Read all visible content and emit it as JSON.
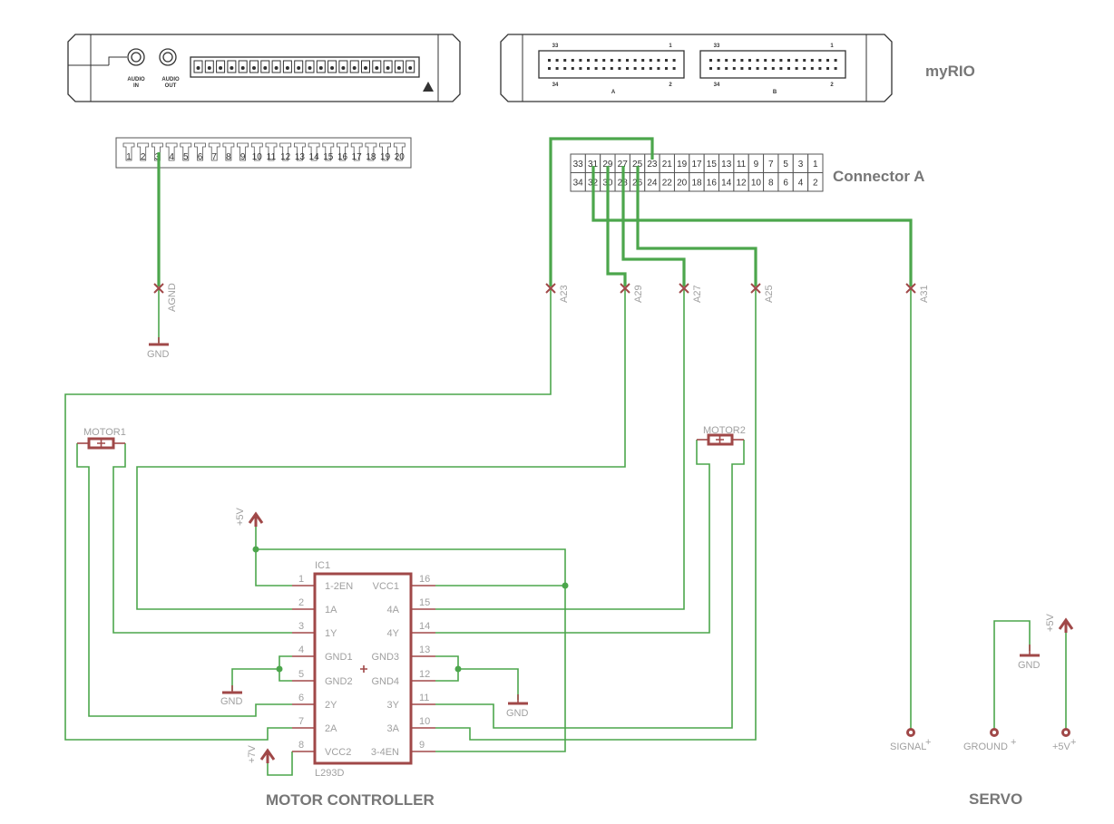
{
  "titles": {
    "myrio": "myRIO",
    "connector": "Connector A",
    "motor_controller": "MOTOR CONTROLLER",
    "servo": "SERVO"
  },
  "myrio_left": {
    "audio_in_1": "AUDIO",
    "audio_in_2": "IN",
    "audio_out_1": "AUDIO",
    "audio_out_2": "OUT"
  },
  "myrio_right": {
    "pin_33": "33",
    "pin_1": "1",
    "pin_34": "34",
    "pin_2": "2",
    "port_a": "A",
    "port_b": "B"
  },
  "terminal_strip": [
    "1",
    "2",
    "3",
    "4",
    "5",
    "6",
    "7",
    "8",
    "9",
    "10",
    "11",
    "12",
    "13",
    "14",
    "15",
    "16",
    "17",
    "18",
    "19",
    "20"
  ],
  "connector_a": {
    "top_row": [
      "33",
      "31",
      "29",
      "27",
      "25",
      "23",
      "21",
      "19",
      "17",
      "15",
      "13",
      "11",
      "9",
      "7",
      "5",
      "3",
      "1"
    ],
    "bottom_row": [
      "34",
      "32",
      "30",
      "28",
      "26",
      "24",
      "22",
      "20",
      "18",
      "16",
      "14",
      "12",
      "10",
      "8",
      "6",
      "4",
      "2"
    ]
  },
  "nets": {
    "agnd": "AGND",
    "a23": "A23",
    "a29": "A29",
    "a27": "A27",
    "a25": "A25",
    "a31": "A31"
  },
  "power": {
    "gnd": "GND",
    "plus5v": "+5V",
    "plus7v": "+7V"
  },
  "motors": {
    "motor1": "MOTOR1",
    "motor2": "MOTOR2"
  },
  "ic": {
    "name": "IC1",
    "part": "L293D",
    "left_pins": [
      [
        "1",
        "1-2EN"
      ],
      [
        "2",
        "1A"
      ],
      [
        "3",
        "1Y"
      ],
      [
        "4",
        "GND1"
      ],
      [
        "5",
        "GND2"
      ],
      [
        "6",
        "2Y"
      ],
      [
        "7",
        "2A"
      ],
      [
        "8",
        "VCC2"
      ]
    ],
    "right_pins": [
      [
        "16",
        "VCC1"
      ],
      [
        "15",
        "4A"
      ],
      [
        "14",
        "4Y"
      ],
      [
        "13",
        "GND3"
      ],
      [
        "12",
        "GND4"
      ],
      [
        "11",
        "3Y"
      ],
      [
        "10",
        "3A"
      ],
      [
        "9",
        "3-4EN"
      ]
    ]
  },
  "servo_pins": {
    "signal": "SIGNAL",
    "ground": "GROUND",
    "plus5v": "+5V"
  },
  "colors": {
    "wire": "#4ca64c",
    "component": "#a04848",
    "label": "#a0a0a0",
    "title": "#777777"
  }
}
